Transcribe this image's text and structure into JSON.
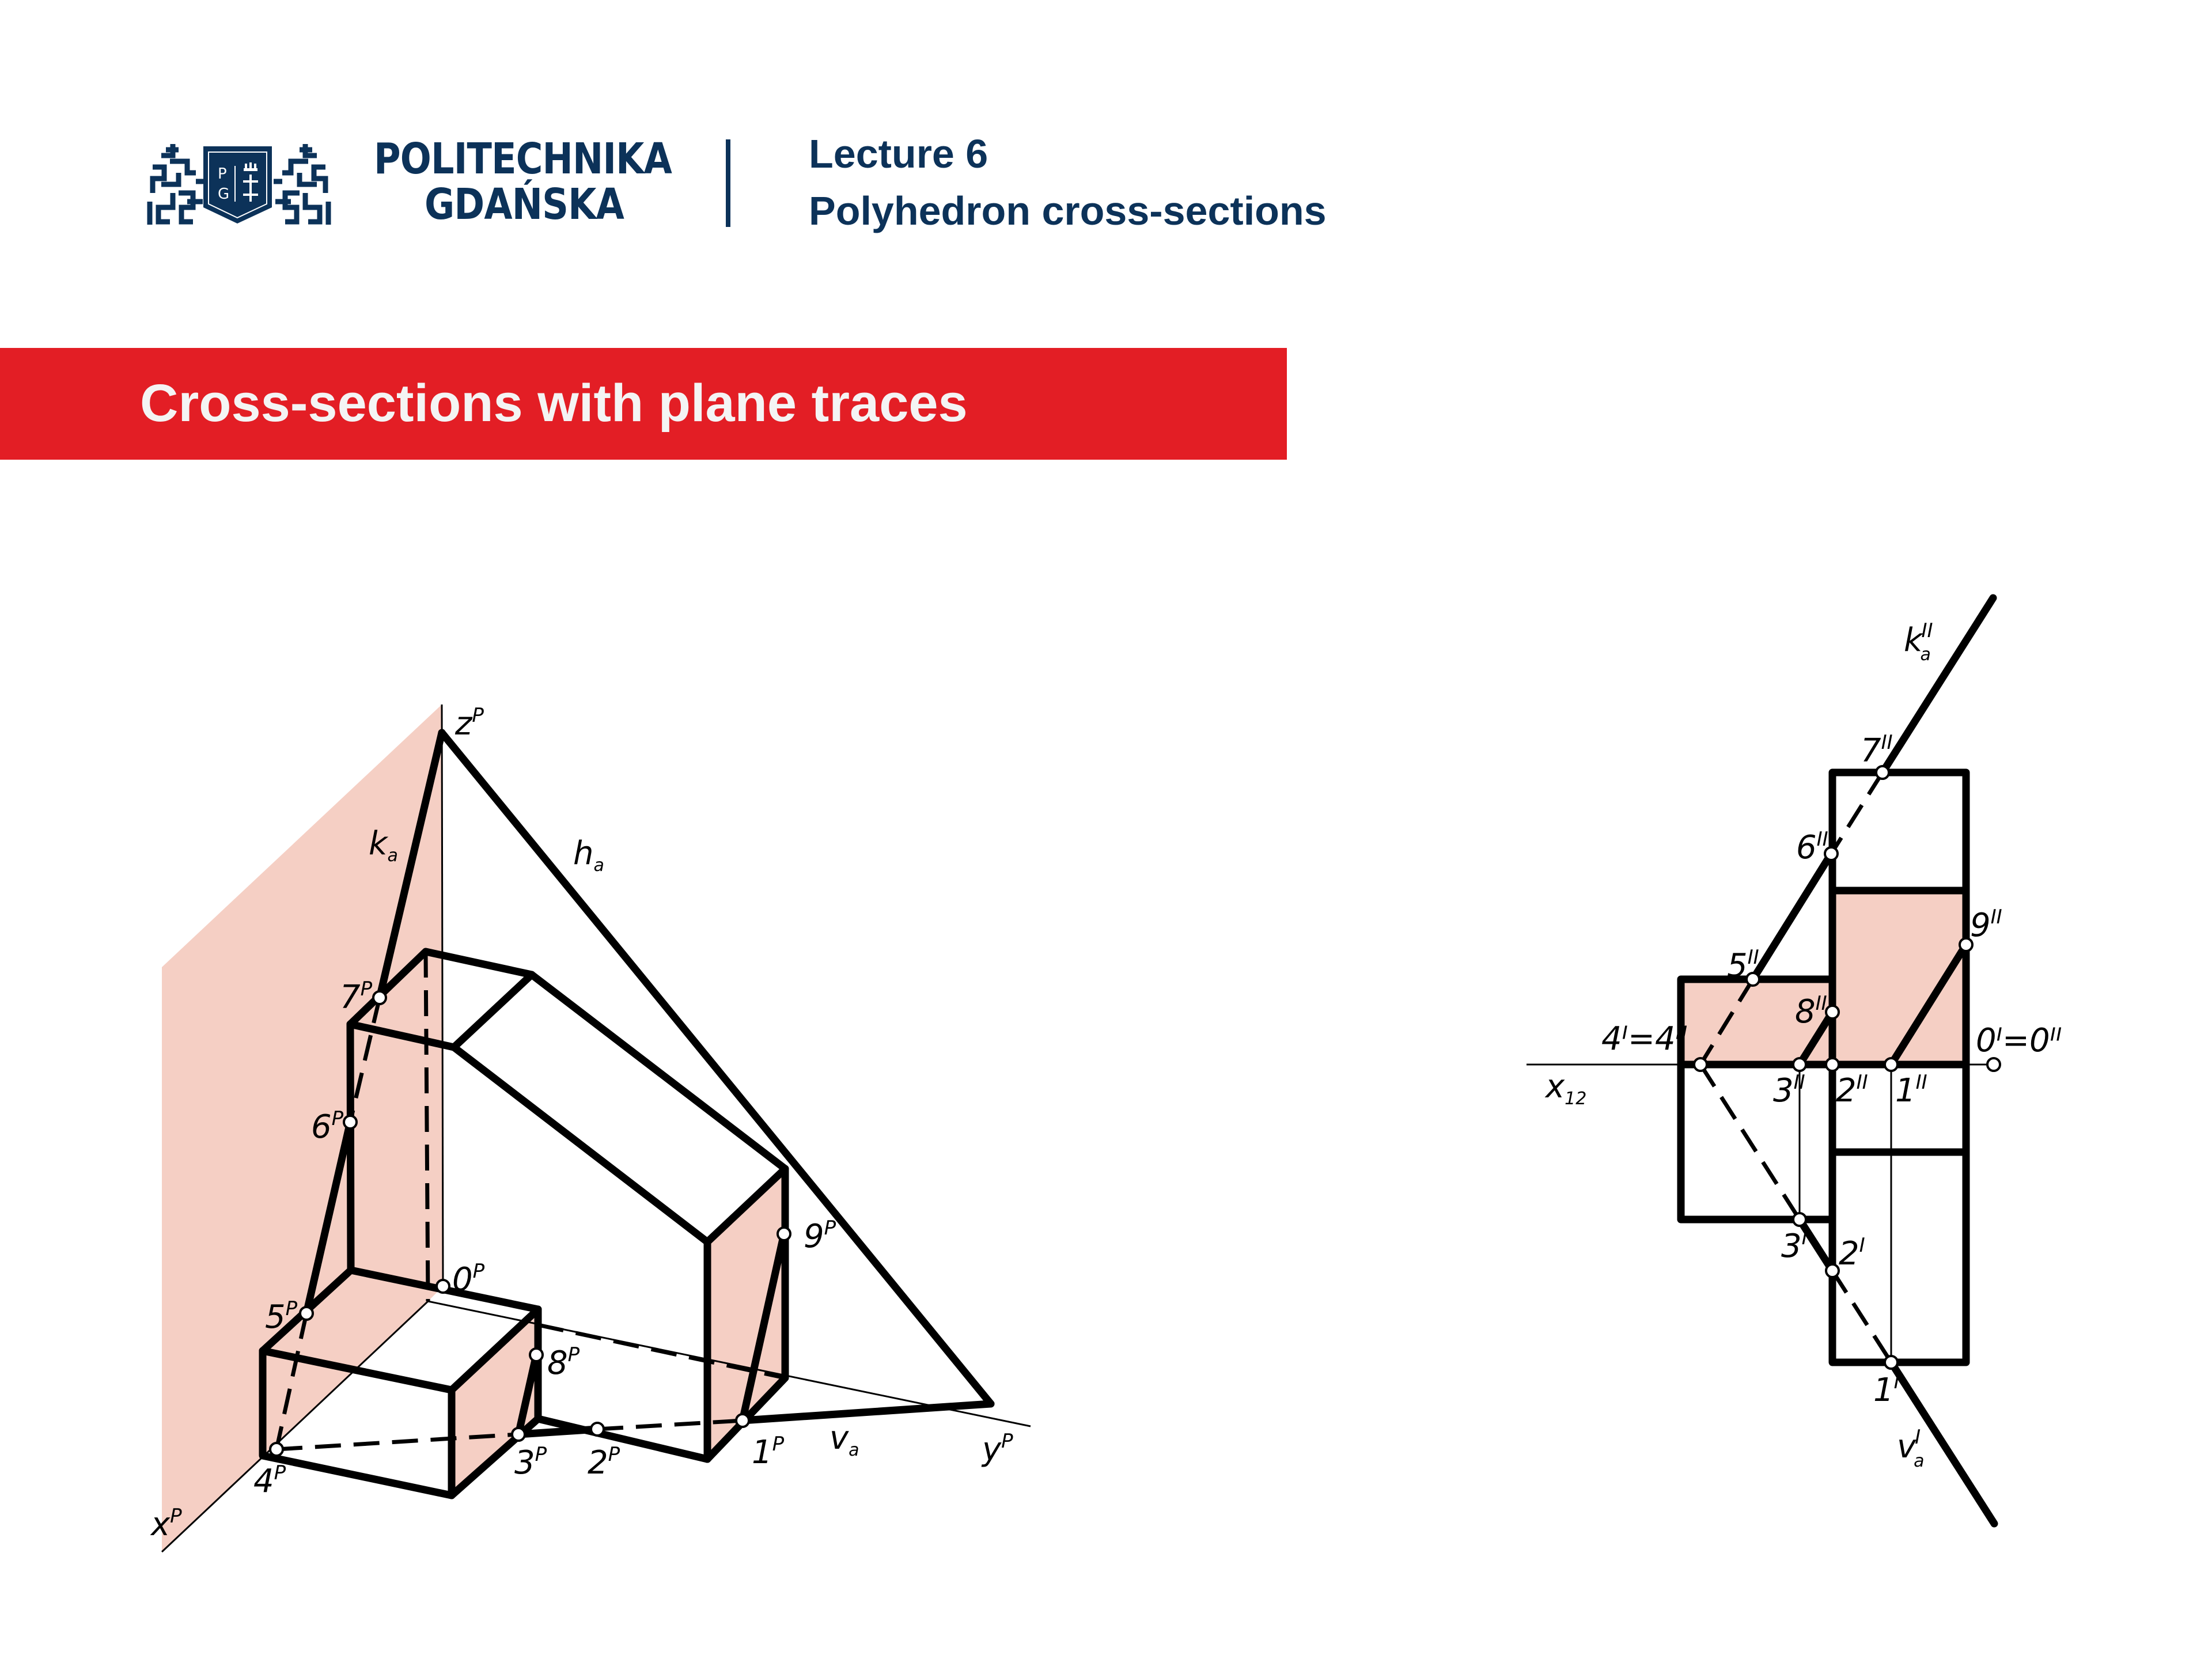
{
  "header": {
    "logo": {
      "name": "politechnika-gdanska-crest",
      "shield_letters": [
        "P",
        "G"
      ],
      "shield_symbols": [
        "crown",
        "cross",
        "cross"
      ]
    },
    "brand_line1": "POLITECHNIKA",
    "brand_line2": "GDAŃSKA",
    "lecture_number": "Lecture 6",
    "lecture_title": "Polyhedron cross-sections"
  },
  "banner": {
    "title": "Cross-sections with plane traces"
  },
  "colors": {
    "navy": "#0c3259",
    "banner_red": "#e31e25",
    "section_pink": "#f5cfc4",
    "line_black": "#000000"
  },
  "axonometric_view": {
    "axes": {
      "z": {
        "main": "z",
        "sup": "P"
      },
      "x": {
        "main": "x",
        "sup": "P"
      },
      "y": {
        "main": "y",
        "sup": "P"
      }
    },
    "traces": {
      "k": {
        "main": "k",
        "sub": "a"
      },
      "h": {
        "main": "h",
        "sub": "a"
      },
      "v": {
        "main": "v",
        "sub": "a"
      }
    },
    "points": [
      {
        "main": "0",
        "sup": "P"
      },
      {
        "main": "1",
        "sup": "P"
      },
      {
        "main": "2",
        "sup": "P"
      },
      {
        "main": "3",
        "sup": "P"
      },
      {
        "main": "4",
        "sup": "P"
      },
      {
        "main": "5",
        "sup": "P"
      },
      {
        "main": "6",
        "sup": "P"
      },
      {
        "main": "7",
        "sup": "P"
      },
      {
        "main": "8",
        "sup": "P"
      },
      {
        "main": "9",
        "sup": "P"
      }
    ]
  },
  "orthographic_view": {
    "axis_label": {
      "main": "x",
      "sub": "12"
    },
    "traces": {
      "k": {
        "main": "k",
        "sup": "II",
        "sub": "a"
      },
      "v": {
        "main": "v",
        "sup": "I",
        "sub": "a"
      }
    },
    "coincident_labels": {
      "four": "4ᴵ=4ᴵᴵ",
      "zero": "0ᴵ=0ᴵᴵ"
    },
    "front_points": [
      {
        "main": "1",
        "sup": "II"
      },
      {
        "main": "2",
        "sup": "II"
      },
      {
        "main": "3",
        "sup": "II"
      },
      {
        "main": "5",
        "sup": "II"
      },
      {
        "main": "6",
        "sup": "II"
      },
      {
        "main": "7",
        "sup": "II"
      },
      {
        "main": "8",
        "sup": "II"
      },
      {
        "main": "9",
        "sup": "II"
      }
    ],
    "top_points": [
      {
        "main": "1",
        "sup": "I"
      },
      {
        "main": "2",
        "sup": "I"
      },
      {
        "main": "3",
        "sup": "I"
      }
    ]
  }
}
